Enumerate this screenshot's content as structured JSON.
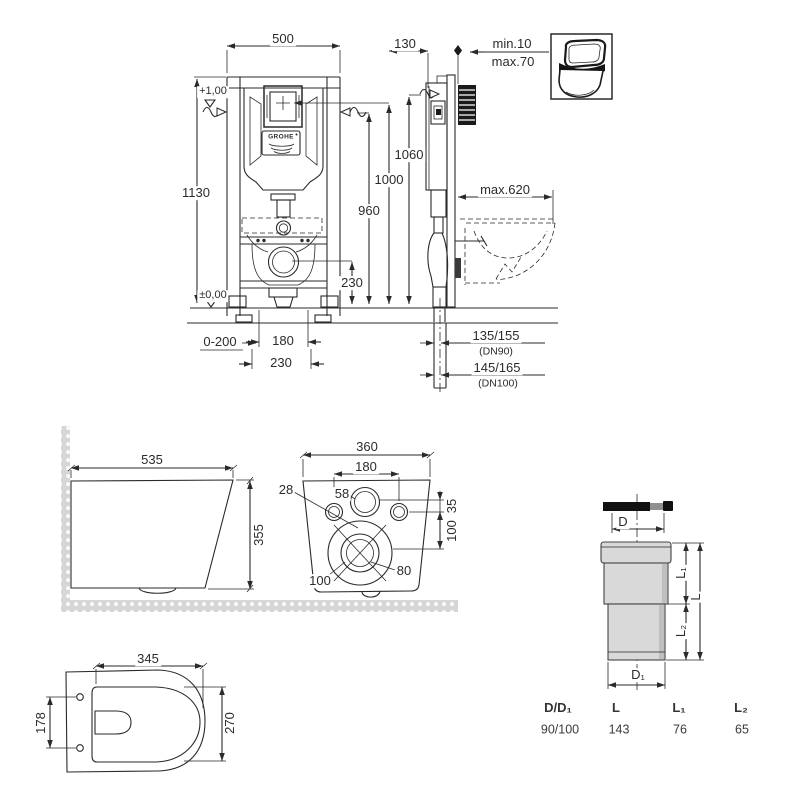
{
  "frame_front": {
    "dim_width": "500",
    "dim_height": "1130",
    "level_top": "+1,00",
    "level_floor": "±0,00",
    "dim_1060": "1060",
    "dim_1000": "1000",
    "dim_960": "960",
    "dim_outlet_height": "230",
    "feet_range": "0-200",
    "dim_bolt_spacing": "180",
    "dim_pipe_offset": "230",
    "brand": "GROHE"
  },
  "frame_side": {
    "dim_depth": "130",
    "plate_min": "min.10",
    "plate_max": "max.70",
    "dim_bowl_max": "max.620",
    "drain_dn90": "135/155",
    "drain_dn90_note": "(DN90)",
    "drain_dn100": "145/165",
    "drain_dn100_note": "(DN100)"
  },
  "bowl_side": {
    "dim_depth": "535",
    "dim_height": "355"
  },
  "bowl_back": {
    "dim_width": "360",
    "dim_bolt_spacing": "180",
    "dim_fixing_hole": "28",
    "dim_inlet": "58",
    "dim_inlet_offset": "35",
    "dim_outlet_offset": "100",
    "dim_outlet_inner": "80",
    "dim_outlet_outer": "100"
  },
  "bowl_top": {
    "dim_width": "345",
    "dim_hole_spacing": "178",
    "dim_depth": "270"
  },
  "connector": {
    "label_d": "D",
    "label_l1": "L₁",
    "label_l": "L",
    "label_l2": "L₂",
    "label_d1": "D₁",
    "table": {
      "headers": [
        "D/D₁",
        "L",
        "L₁",
        "L₂"
      ],
      "values": [
        "90/100",
        "143",
        "76",
        "65"
      ]
    }
  }
}
